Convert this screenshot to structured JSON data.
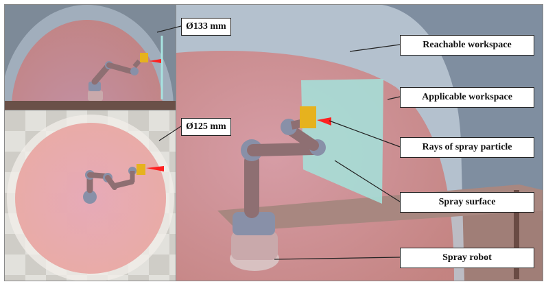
{
  "labels": {
    "reachable": "Reachable workspace",
    "applicable": "Applicable workspace",
    "rays": "Rays of spray particle",
    "surface": "Spray surface",
    "robot": "Spray robot"
  },
  "dimensions": {
    "top_view": "Ø133 mm",
    "bottom_view": "Ø125 mm"
  },
  "colors": {
    "workspace": "#e7a6a0",
    "panel": "#9fd0cc",
    "robot_link": "#8e6f72",
    "robot_joint": "#8890a8",
    "nozzle": "#e6b21e",
    "ray": "#ff2020"
  }
}
